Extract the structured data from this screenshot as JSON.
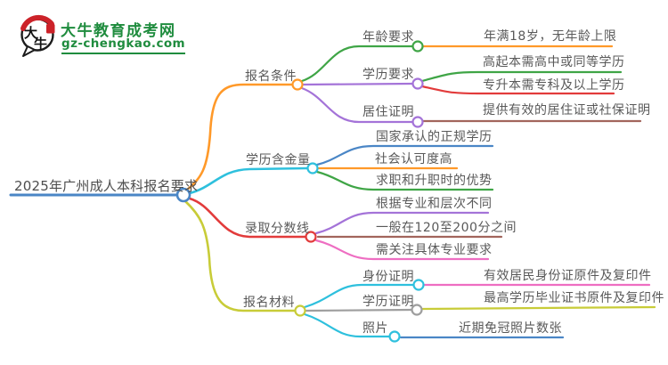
{
  "logo": {
    "bubble_char1": "大",
    "bubble_char2": "牛",
    "title": "大牛教育成考网",
    "domain": "gz-chengkao.com"
  },
  "mindmap": {
    "root": "2025年广州成人本科报名要求",
    "branches": [
      {
        "label": "报名条件",
        "children": [
          {
            "label": "年龄要求",
            "leaves": [
              "年满18岁，无年龄上限"
            ]
          },
          {
            "label": "学历要求",
            "leaves": [
              "高起本需高中或同等学历",
              "专升本需专科及以上学历"
            ]
          },
          {
            "label": "居住证明",
            "leaves": [
              "提供有效的居住证或社保证明"
            ]
          }
        ]
      },
      {
        "label": "学历含金量",
        "leaves": [
          "国家承认的正规学历",
          "社会认可度高",
          "求职和升职时的优势"
        ]
      },
      {
        "label": "录取分数线",
        "leaves": [
          "根据专业和层次不同",
          "一般在120至200分之间",
          "需关注具体专业要求"
        ]
      },
      {
        "label": "报名材料",
        "children": [
          {
            "label": "身份证明",
            "leaves": [
              "有效居民身份证原件及复印件"
            ]
          },
          {
            "label": "学历证明",
            "leaves": [
              "最高学历毕业证书原件及复印件"
            ]
          },
          {
            "label": "照片",
            "leaves": [
              "近期免冠照片数张"
            ]
          }
        ]
      }
    ]
  },
  "colors": {
    "blue": "#4a86c6",
    "orange": "#ff9929",
    "green": "#3fa546",
    "purple": "#a473d8",
    "red": "#e23b3b",
    "brown": "#a2655c",
    "cyan": "#2ec0dd",
    "yellow_green": "#c8cc38",
    "pink": "#ee6ec2",
    "gray": "#9e9e9e",
    "text": "#595959",
    "logo_green": "#1f8c3e",
    "logo_red": "#cc2229"
  }
}
